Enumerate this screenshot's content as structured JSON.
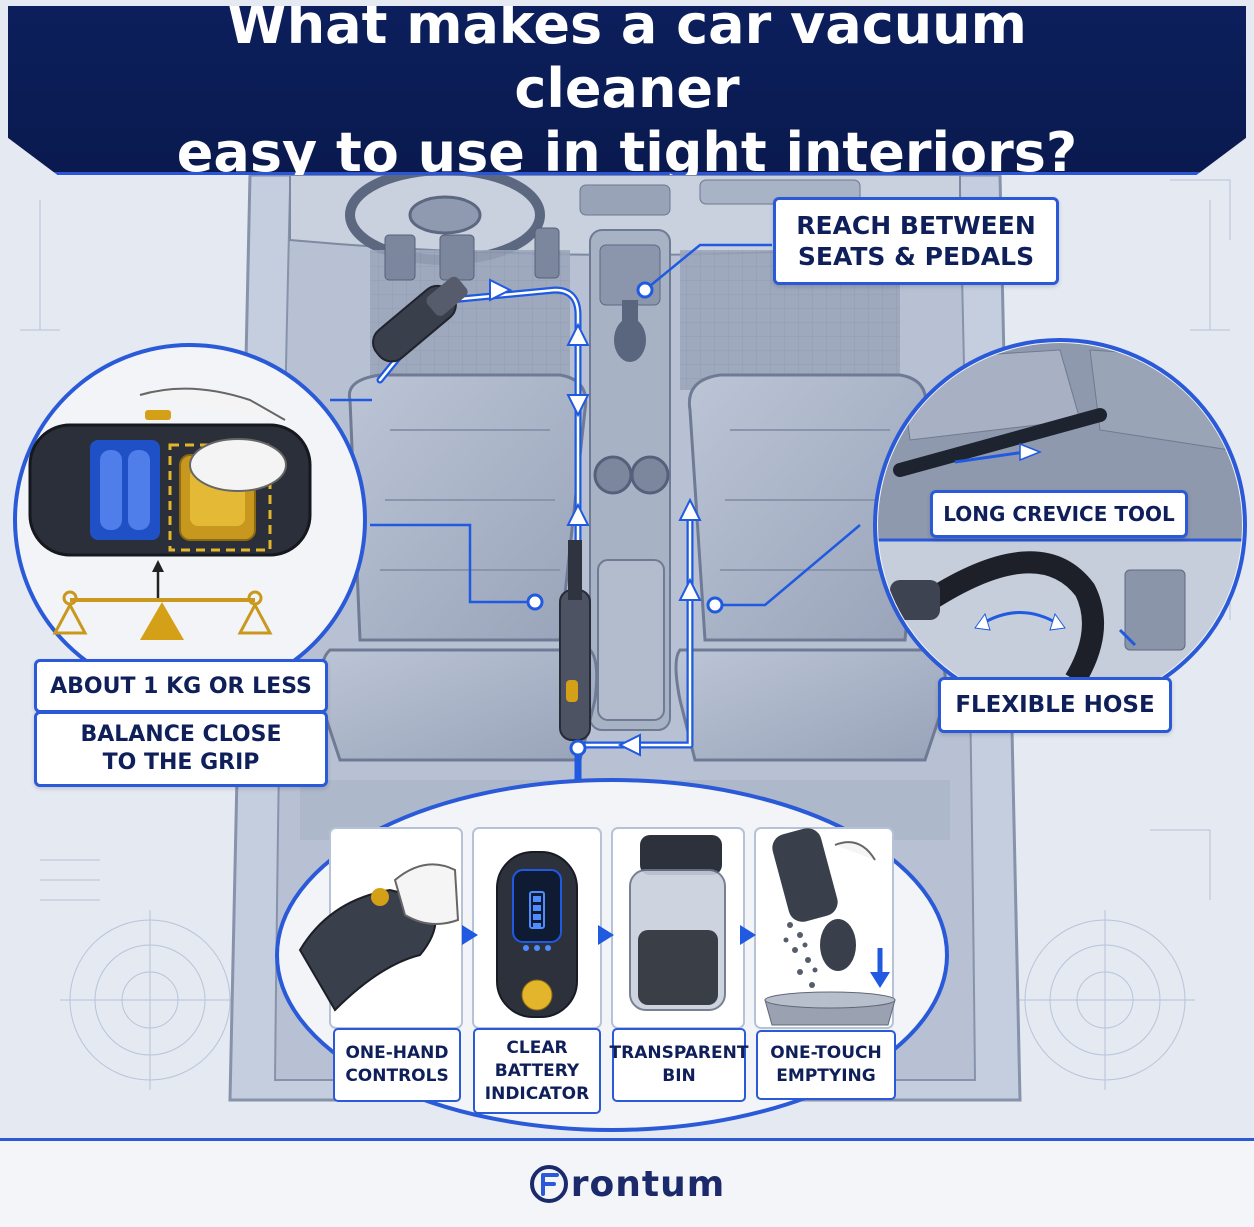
{
  "header": {
    "title_line1": "What makes a car vacuum cleaner",
    "title_line2": "easy to use in tight interiors?"
  },
  "callouts": {
    "reach": {
      "line1": "REACH BETWEEN",
      "line2": "SEATS & PEDALS"
    },
    "crevice": "LONG CREVICE TOOL",
    "hose": "FLEXIBLE HOSE",
    "weight": "ABOUT 1 KG OR LESS",
    "balance": {
      "line1": "BALANCE CLOSE",
      "line2": "TO THE GRIP"
    }
  },
  "steps": [
    {
      "line1": "ONE-HAND",
      "line2": "CONTROLS",
      "line3": ""
    },
    {
      "line1": "CLEAR",
      "line2": "BATTERY",
      "line3": "INDICATOR"
    },
    {
      "line1": "TRANSPARENT",
      "line2": "BIN",
      "line3": ""
    },
    {
      "line1": "ONE-TOUCH",
      "line2": "EMPTYING",
      "line3": ""
    }
  ],
  "footer": {
    "brand": "rontum"
  },
  "colors": {
    "navy": "#0c1f5c",
    "accent_blue": "#2b5ad8",
    "gold": "#d4a017",
    "seat_gray": "#a9b3c6"
  }
}
